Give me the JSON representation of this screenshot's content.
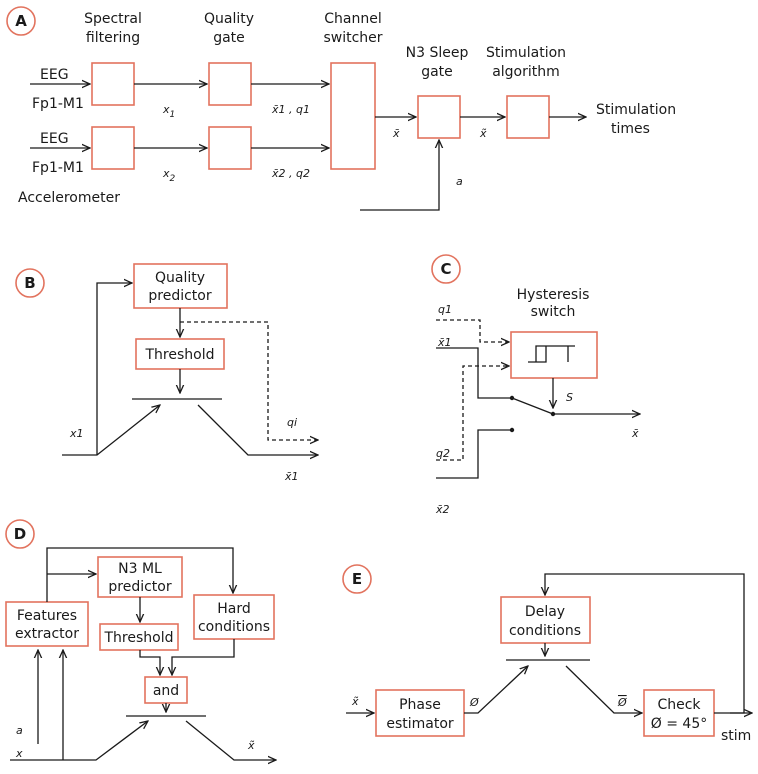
{
  "panels": {
    "A": "A",
    "B": "B",
    "C": "C",
    "D": "D",
    "E": "E"
  },
  "A": {
    "spectral_1": "Spectral",
    "spectral_2": "filtering",
    "quality_1": "Quality",
    "quality_2": "gate",
    "channel_1": "Channel",
    "channel_2": "switcher",
    "n3_1": "N3 Sleep",
    "n3_2": "gate",
    "stimalg_1": "Stimulation",
    "stimalg_2": "algorithm",
    "eeg1": "EEG",
    "fp1": "Fp1-M1",
    "eeg2": "EEG",
    "fp2": "Fp1-M1",
    "accel": "Accelerometer",
    "x1": "x",
    "x1sub": "1",
    "x2": "x",
    "x2sub": "2",
    "xbar1q1": "x̄1 , q1",
    "xbar2q2": "x̄2 , q2",
    "xbar": "x̄",
    "xtilde": "x̃",
    "a": "a",
    "out_1": "Stimulation",
    "out_2": "times"
  },
  "B": {
    "predictor_1": "Quality",
    "predictor_2": "predictor",
    "threshold": "Threshold",
    "x1": "x1",
    "qi": "qi",
    "xbar1": "x̄1"
  },
  "C": {
    "hyst_1": "Hysteresis",
    "hyst_2": "switch",
    "q1": "q1",
    "xbar1": "x̄1",
    "q2": "q2",
    "xbar2": "x̄2",
    "s": "S",
    "xbar": "x̄"
  },
  "D": {
    "n3ml_1": "N3 ML",
    "n3ml_2": "predictor",
    "threshold": "Threshold",
    "hard_1": "Hard",
    "hard_2": "conditions",
    "feat_1": "Features",
    "feat_2": "extractor",
    "and": "and",
    "a": "a",
    "x": "x",
    "xtilde": "x̃"
  },
  "E": {
    "delay_1": "Delay",
    "delay_2": "conditions",
    "phase_1": "Phase",
    "phase_2": "estimator",
    "check_1": "Check",
    "check_2": "Ø = 45°",
    "xtilde": "x̃",
    "phi": "Ø",
    "phibar": "Ø",
    "stim": "stim"
  }
}
